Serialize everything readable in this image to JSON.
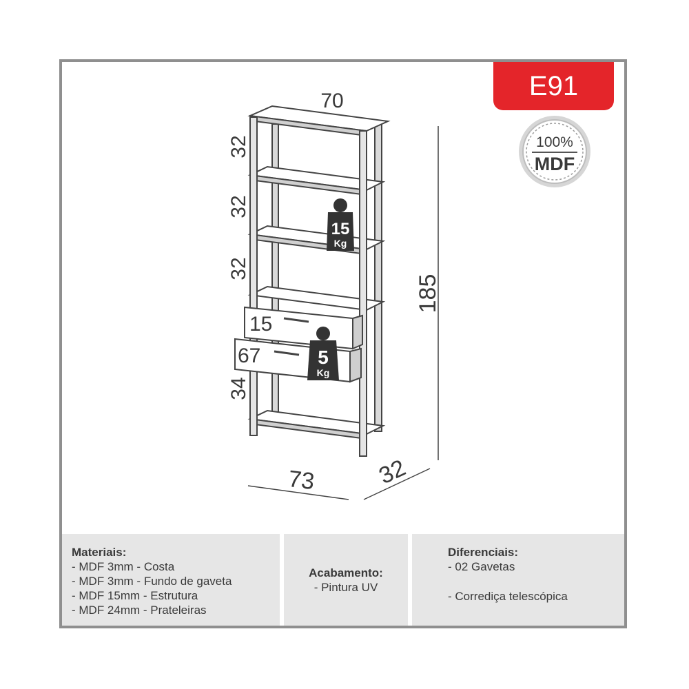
{
  "product_code": "E91",
  "material_seal": {
    "percent": "100%",
    "material": "MDF"
  },
  "dimensions": {
    "width_top": "70",
    "height_total": "185",
    "width_base": "73",
    "depth": "32",
    "shelf_1": "32",
    "shelf_2": "32",
    "shelf_3": "32",
    "drawer_top": "15",
    "drawer_width": "67",
    "base": "34"
  },
  "weights": {
    "shelf": {
      "value": "15",
      "unit": "Kg"
    },
    "drawer": {
      "value": "5",
      "unit": "Kg"
    }
  },
  "materials": {
    "title": "Materiais:",
    "items": [
      "- MDF 3mm - Costa",
      "- MDF 3mm - Fundo de gaveta",
      "- MDF 15mm - Estrutura",
      "- MDF 24mm - Prateleiras"
    ]
  },
  "finish": {
    "title": "Acabamento:",
    "items": [
      "- Pintura UV"
    ]
  },
  "features": {
    "title": "Diferenciais:",
    "items": [
      "- 02 Gavetas",
      "- Corrediça telescópica"
    ]
  }
}
